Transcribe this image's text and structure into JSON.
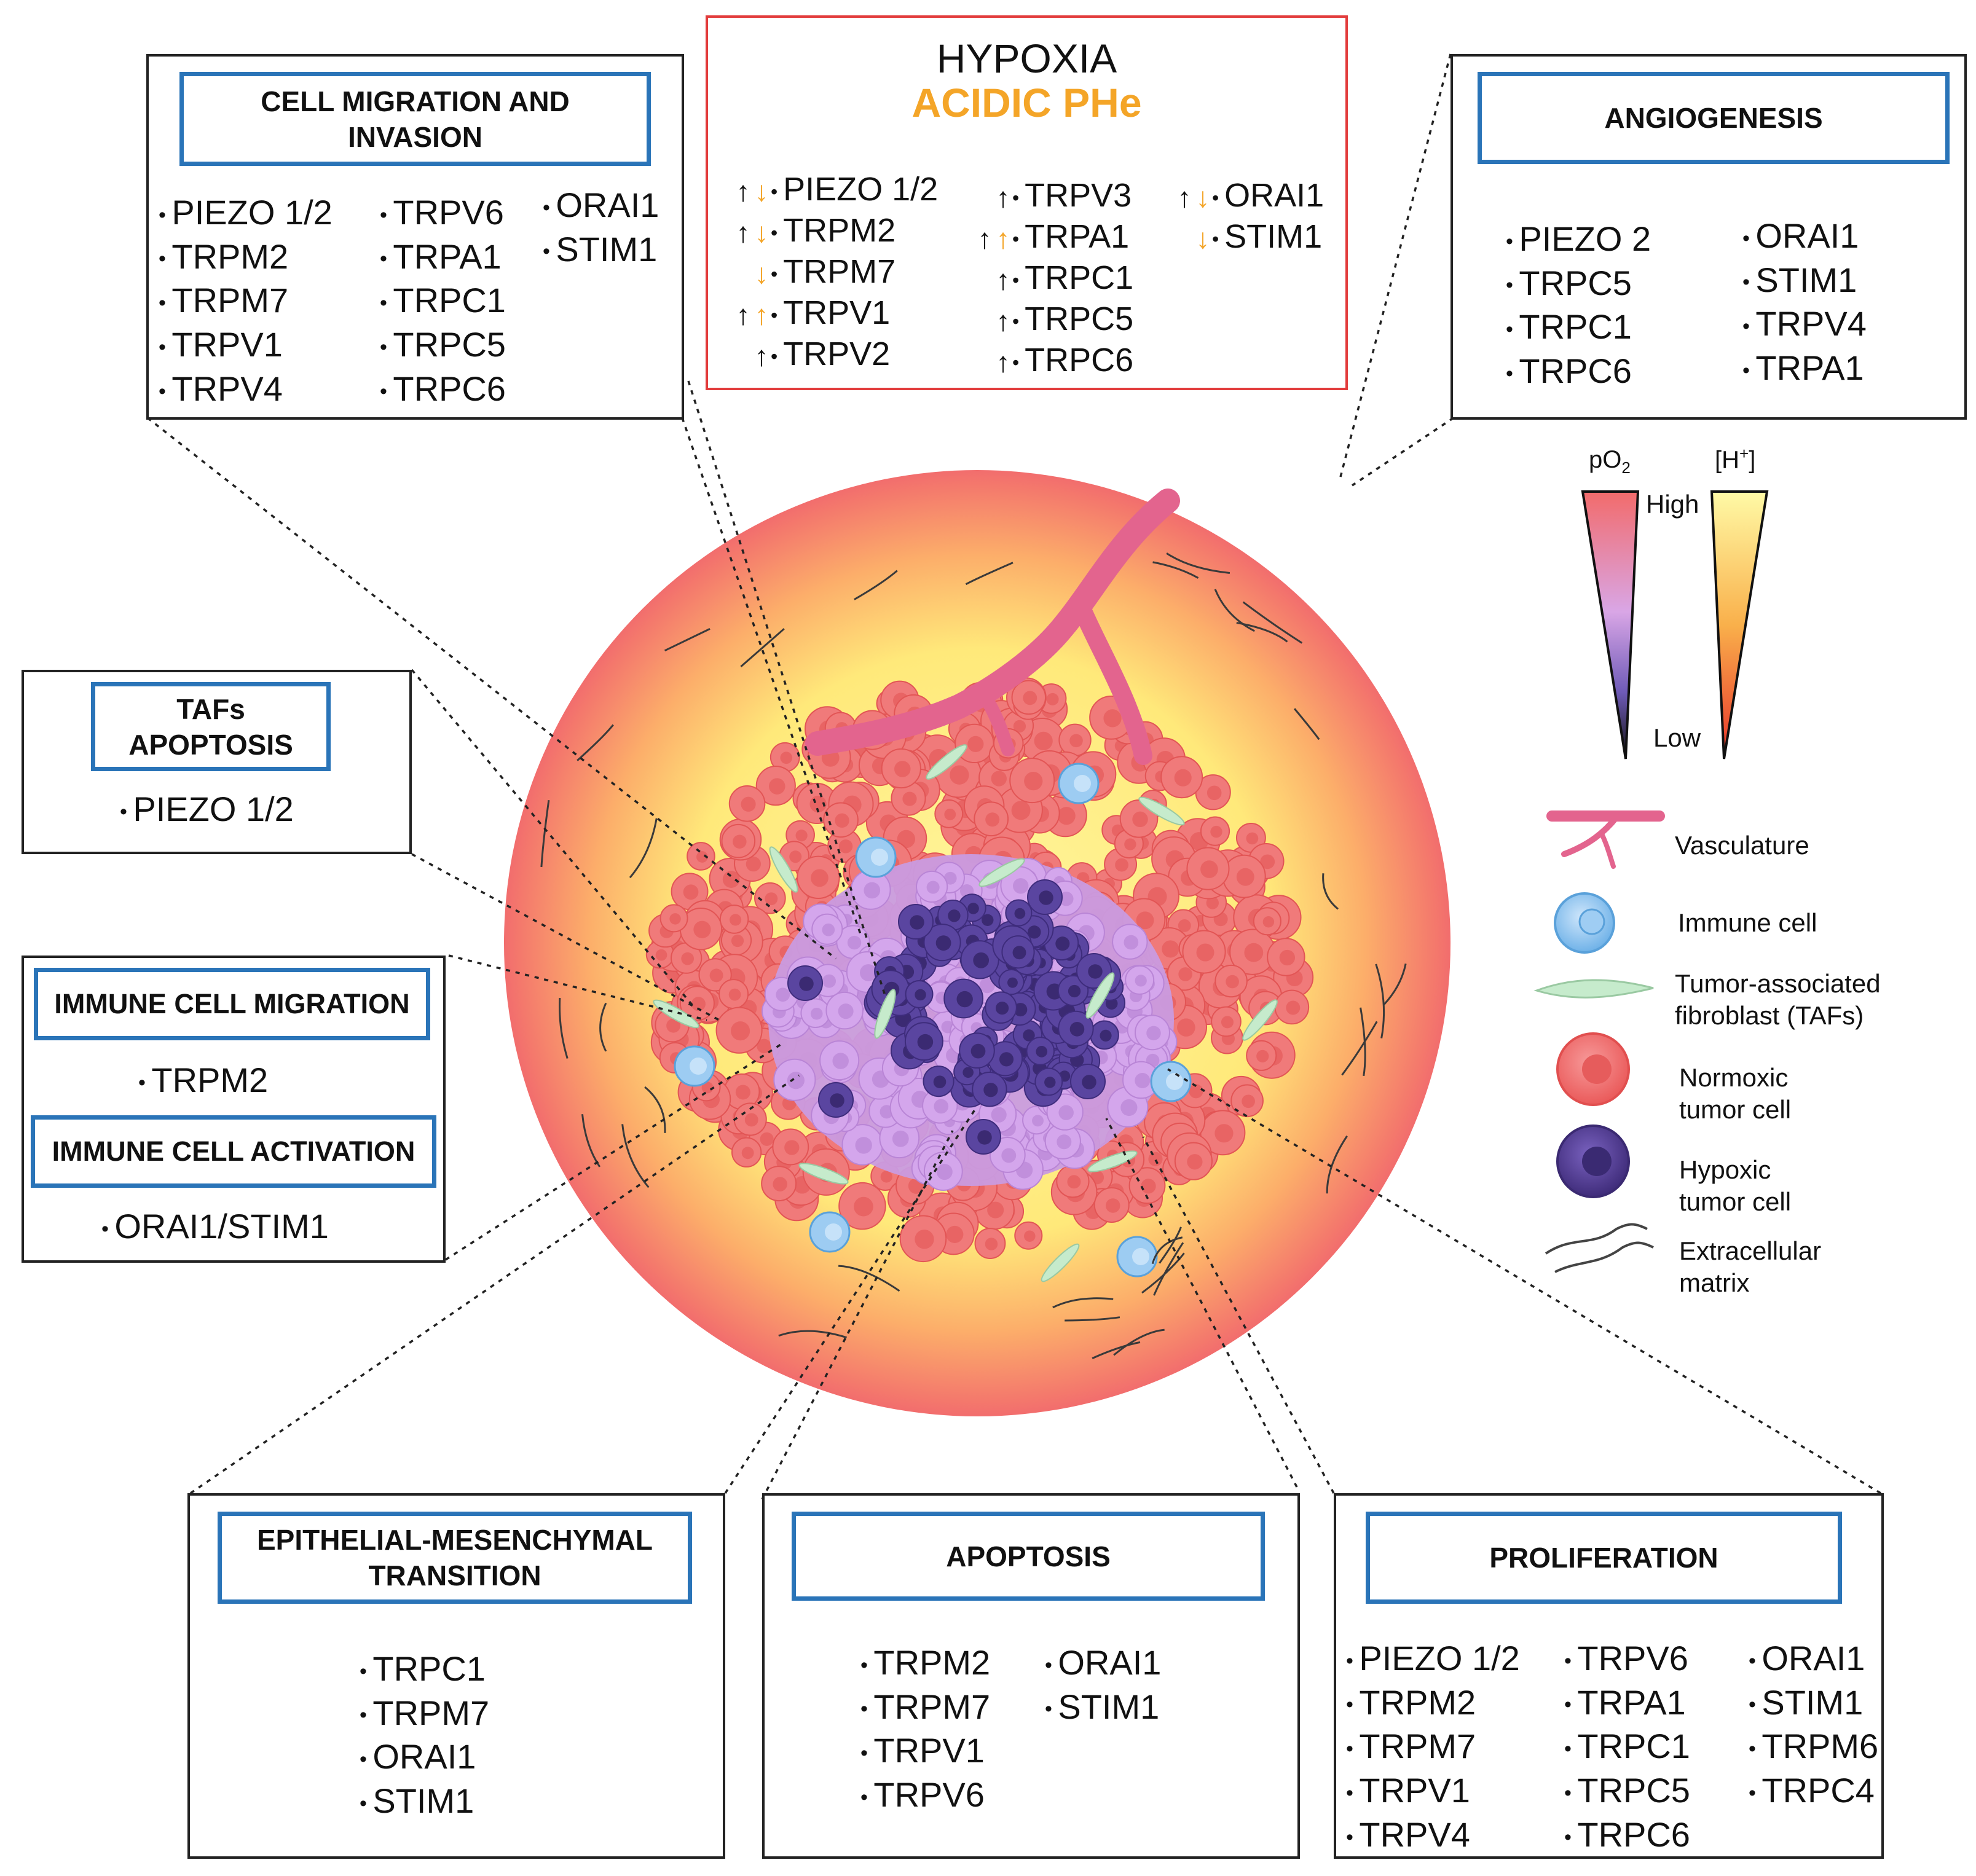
{
  "hypoxia": {
    "title": "HYPOXIA",
    "subtitle": "ACIDIC PHe",
    "col1": [
      {
        "l": "up",
        "r": "down",
        "label": "PIEZO 1/2"
      },
      {
        "l": "up",
        "r": "down",
        "label": "TRPM2"
      },
      {
        "l": "none",
        "r": "down",
        "label": "TRPM7"
      },
      {
        "l": "up",
        "r": "up",
        "label": "TRPV1"
      },
      {
        "l": "none",
        "r": "up-black",
        "label": "TRPV2"
      }
    ],
    "col2": [
      {
        "l": "none",
        "r": "up-black",
        "label": "TRPV3"
      },
      {
        "l": "up",
        "r": "up",
        "label": "TRPA1"
      },
      {
        "l": "none",
        "r": "up-black",
        "label": "TRPC1"
      },
      {
        "l": "none",
        "r": "up-black",
        "label": "TRPC5"
      },
      {
        "l": "none",
        "r": "up-black",
        "label": "TRPC6"
      }
    ],
    "col3": [
      {
        "l": "up",
        "r": "down",
        "label": "ORAI1"
      },
      {
        "l": "none",
        "r": "down",
        "label": "STIM1"
      }
    ],
    "colors": {
      "up_black": "#111111",
      "orange": "#f4a528",
      "border": "#e23c3c"
    }
  },
  "migration": {
    "title": "CELL MIGRATION AND INVASION",
    "col1": [
      "PIEZO 1/2",
      "TRPM2",
      "TRPM7",
      "TRPV1",
      "TRPV4"
    ],
    "col2": [
      "TRPV6",
      "TRPA1",
      "TRPC1",
      "TRPC5",
      "TRPC6"
    ],
    "col3": [
      "ORAI1",
      "STIM1"
    ]
  },
  "angiogenesis": {
    "title": "ANGIOGENESIS",
    "col1": [
      "PIEZO 2",
      "TRPC5",
      "TRPC1",
      "TRPC6"
    ],
    "col2": [
      "ORAI1",
      "STIM1",
      "TRPV4",
      "TRPA1"
    ]
  },
  "tafs": {
    "title": "TAFs APOPTOSIS",
    "items": [
      "PIEZO 1/2"
    ]
  },
  "immune": {
    "migration_title": "IMMUNE CELL MIGRATION",
    "migration_items": [
      "TRPM2"
    ],
    "activation_title": "IMMUNE CELL ACTIVATION",
    "activation_items": [
      "ORAI1/STIM1"
    ]
  },
  "emt": {
    "title": "EPITHELIAL-MESENCHYMAL TRANSITION",
    "items": [
      "TRPC1",
      "TRPM7",
      "ORAI1",
      "STIM1"
    ]
  },
  "apoptosis": {
    "title": "APOPTOSIS",
    "col1": [
      "TRPM2",
      "TRPM7",
      "TRPV1",
      "TRPV6"
    ],
    "col2": [
      "ORAI1",
      "STIM1"
    ]
  },
  "proliferation": {
    "title": "PROLIFERATION",
    "col1": [
      "PIEZO 1/2",
      "TRPM2",
      "TRPM7",
      "TRPV1",
      "TRPV4"
    ],
    "col2": [
      "TRPV6",
      "TRPA1",
      "TRPC1",
      "TRPC5",
      "TRPC6"
    ],
    "col3": [
      "ORAI1",
      "STIM1",
      "TRPM6",
      "TRPC4"
    ]
  },
  "gradient": {
    "po2_label": "pO",
    "po2_sub": "2",
    "h_label": "[H",
    "h_sup": "+",
    "h_close": "]",
    "high": "High",
    "low": "Low",
    "colors": {
      "po2_high": "#f26b6b",
      "po2_mid": "#b7a0e8",
      "po2_low": "#111111",
      "h_high": "#fff9a6",
      "h_mid": "#f7a34a",
      "h_low": "#e8322a"
    }
  },
  "legend": {
    "vasculature": "Vasculature",
    "immune": "Immune cell",
    "taf_line1": "Tumor-associated",
    "taf_line2": "fibroblast (TAFs)",
    "normoxic_line1": "Normoxic",
    "normoxic_line2": "tumor cell",
    "hypoxic_line1": "Hypoxic",
    "hypoxic_line2": "tumor cell",
    "ecm_line1": "Extracellular",
    "ecm_line2": "matrix",
    "colors": {
      "vessel": "#e85c8a",
      "immune": "#8fc5ee",
      "taf": "#bfe6c4",
      "normoxic": "#ef6f6f",
      "hypoxic": "#5b4398",
      "ecm": "#333333"
    }
  },
  "tumor_colors": {
    "outer": "#f26d6d",
    "mid": "#ffe77a",
    "normoxic": "#f37676",
    "hypoxic_zone": "#c79ae0",
    "core": "#4d3a8c"
  }
}
